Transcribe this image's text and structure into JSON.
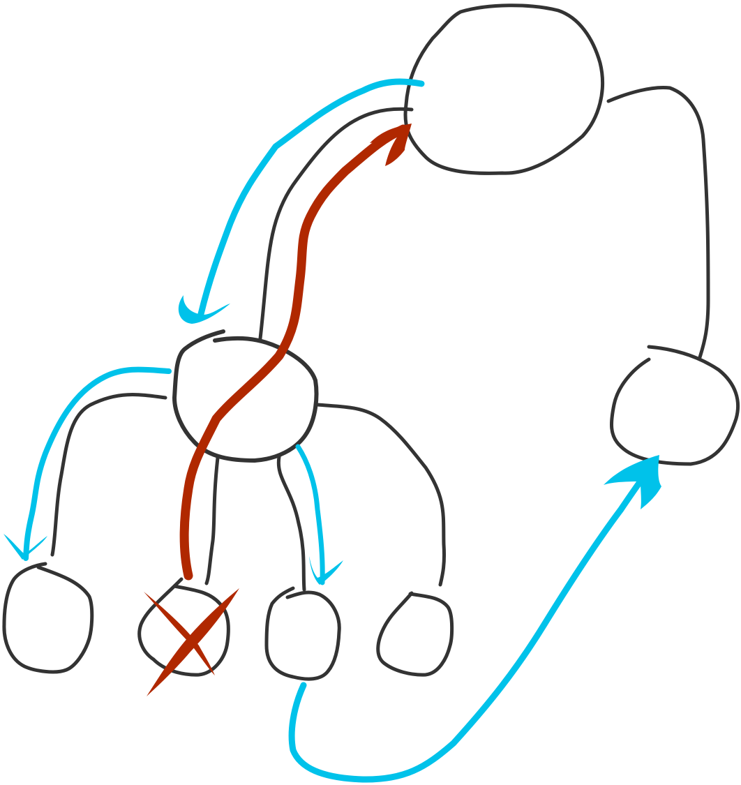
{
  "diagram": {
    "colors": {
      "node_stroke": "#333333",
      "highlight_blue": "#00c2ea",
      "highlight_red": "#b02800",
      "background": "#ffffff"
    },
    "nodes": [
      "top",
      "center",
      "right",
      "bottom-1",
      "bottom-2",
      "bottom-3",
      "bottom-4"
    ],
    "edges": [
      {
        "from": "center",
        "to": "top"
      },
      {
        "from": "top",
        "to": "right"
      },
      {
        "from": "center",
        "to": "bottom-1"
      },
      {
        "from": "center",
        "to": "bottom-2"
      },
      {
        "from": "center",
        "to": "bottom-3"
      },
      {
        "from": "center",
        "to": "bottom-4"
      }
    ],
    "annotations": [
      {
        "type": "arrow",
        "color": "blue",
        "from": "top",
        "to": "center"
      },
      {
        "type": "arrow",
        "color": "blue",
        "from": "center",
        "to": "bottom-1"
      },
      {
        "type": "arrow",
        "color": "blue",
        "from": "center",
        "to": "bottom-3"
      },
      {
        "type": "arrow",
        "color": "blue",
        "from": "bottom-3",
        "to": "right"
      },
      {
        "type": "arrow",
        "color": "red",
        "from": "bottom-2",
        "to": "top"
      },
      {
        "type": "cross",
        "color": "red",
        "target": "bottom-2"
      }
    ]
  }
}
